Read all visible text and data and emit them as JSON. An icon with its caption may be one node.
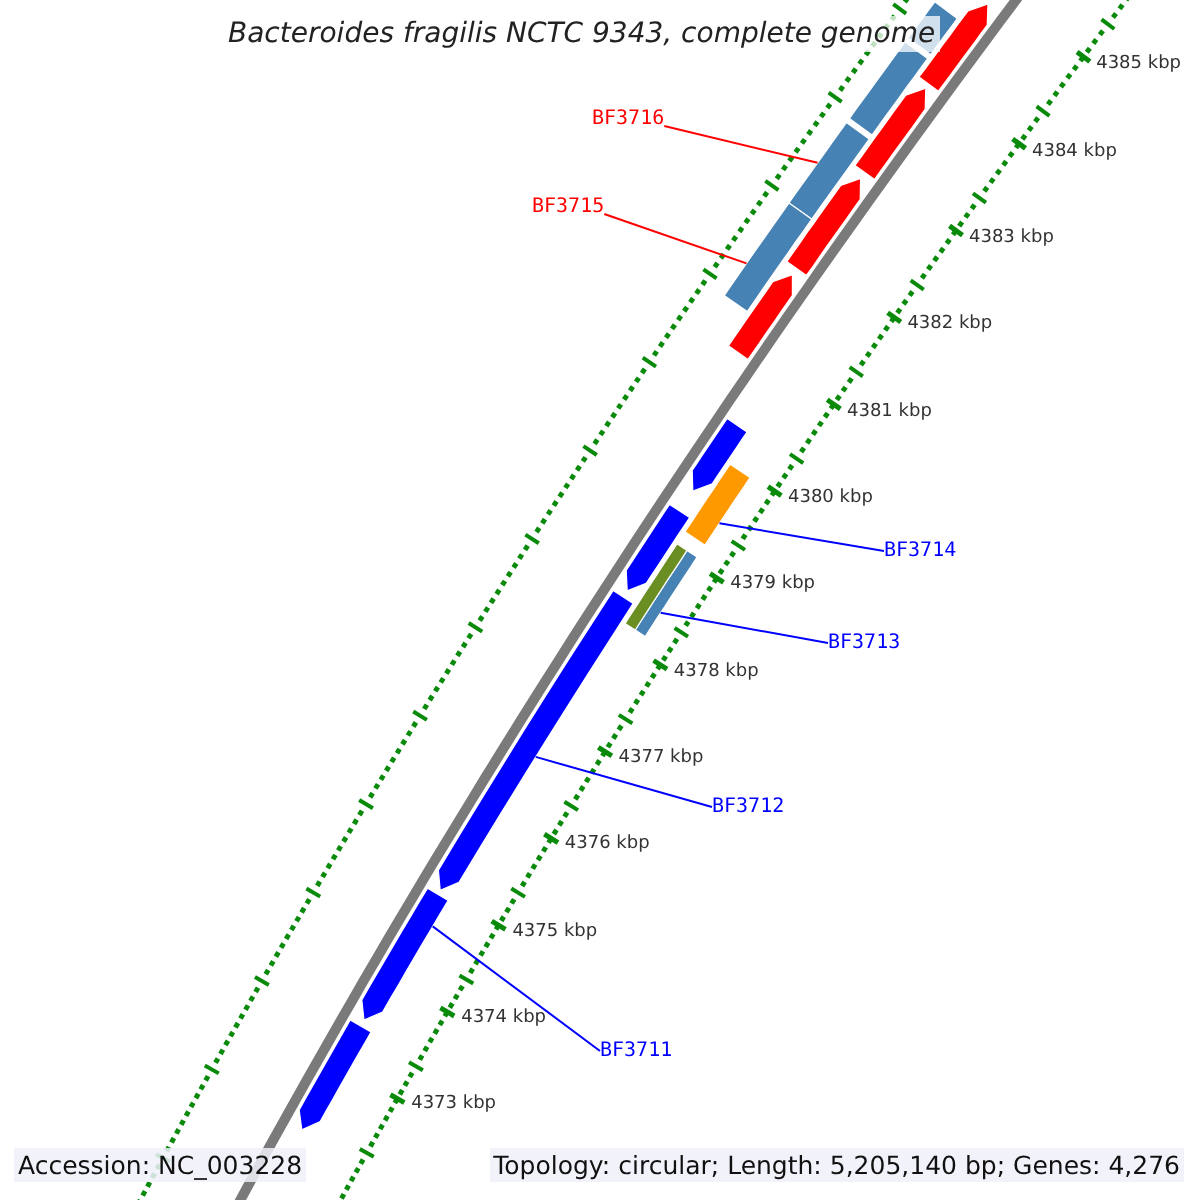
{
  "diagram": {
    "title": "Bacteroides fragilis NCTC 9343, complete genome",
    "nodes": [
      {
        "text": [
          "BF3716"
        ]
      },
      {
        "text": [],
        "shape": "bar"
      },
      {
        "text": [
          "BF3715"
        ]
      },
      {
        "text": [],
        "shape": "bar"
      },
      {
        "text": [
          "BF3714"
        ]
      },
      {
        "text": [],
        "shape": "bar"
      },
      {
        "text": [
          "BF3713"
        ]
      },
      {
        "text": [],
        "shape": "bar"
      },
      {
        "text": [
          "BF3712"
        ]
      },
      {
        "text": [],
        "shape": "bar"
      },
      {
        "text": [
          "BF3711"
        ]
      },
      {
        "text": [],
        "shape": "bar"
      },
      {
        "text": [],
        "shape": "bar"
      },
      {
        "text": [],
        "shape": "bar"
      },
      {
        "text": [],
        "shape": "bar"
      },
      {
        "text": [],
        "shape": "bar"
      },
      {
        "text": [],
        "shape": "bar"
      },
      {
        "text": [],
        "shape": "bar"
      },
      {
        "text": [],
        "shape": "bar"
      },
      {
        "text": [],
        "shape": "bar"
      },
      {
        "text": [],
        "shape": "bar"
      },
      {
        "text": [],
        "shape": "bar"
      }
    ],
    "edges": [
      {
        "from": 0,
        "to": 1,
        "arrow": "none",
        "color": "#ff0000"
      },
      {
        "from": 2,
        "to": 3,
        "arrow": "none",
        "color": "#ff0000"
      },
      {
        "from": 4,
        "to": 5,
        "arrow": "none"
      },
      {
        "from": 6,
        "to": 7,
        "arrow": "none"
      },
      {
        "from": 8,
        "to": 9,
        "arrow": "none"
      },
      {
        "from": 10,
        "to": 11,
        "arrow": "none"
      }
    ],
    "labels": [
      "4385 kbp",
      "4384 kbp",
      "4383 kbp",
      "4382 kbp",
      "4381 kbp",
      "4380 kbp",
      "4379 kbp",
      "4378 kbp",
      "4377 kbp",
      "4376 kbp",
      "4375 kbp",
      "4374 kbp",
      "4373 kbp",
      "Accession: NC_003228",
      "Topology: circular; Length: 5,205,140 bp; Genes: 4,276"
    ]
  }
}
